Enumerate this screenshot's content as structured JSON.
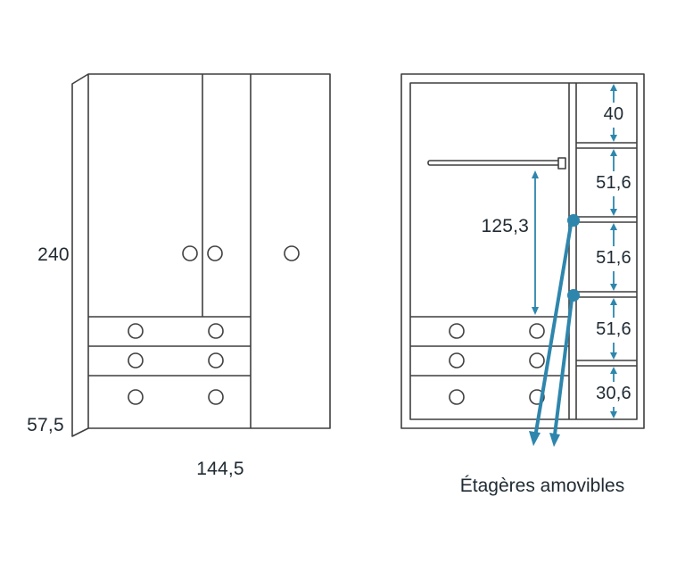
{
  "colors": {
    "line": "#3f3f3f",
    "dimension_text": "#202b33",
    "accent": "#2e86ad"
  },
  "front_view": {
    "height": "240",
    "base_height": "57,5",
    "width": "144,5"
  },
  "interior_view": {
    "hanging_space": "125,3",
    "shelf_spacings": [
      "40",
      "51,6",
      "51,6",
      "51,6",
      "30,6"
    ],
    "callout": "Étagères amovibles"
  }
}
